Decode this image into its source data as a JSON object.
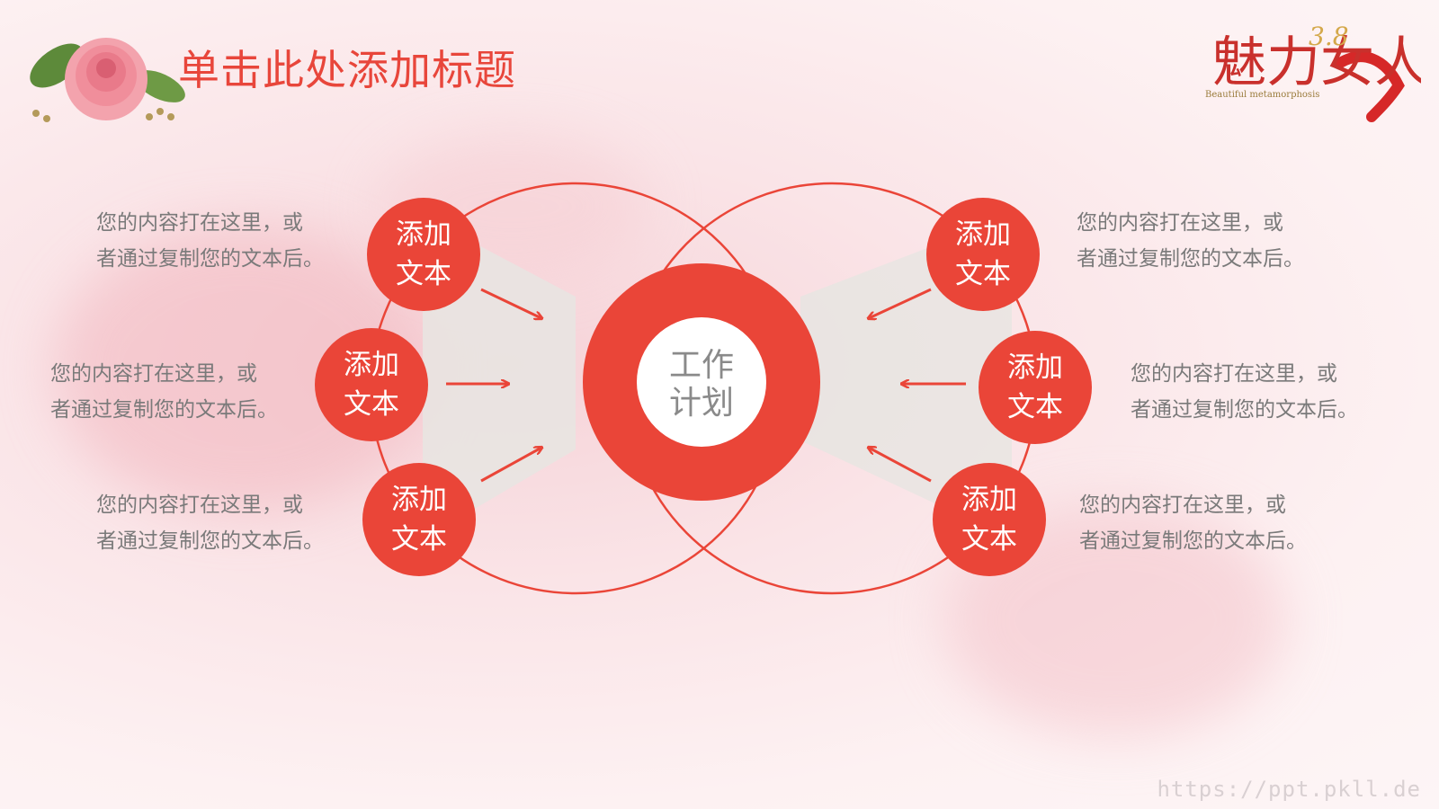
{
  "title": "单击此处添加标题",
  "center": {
    "line1": "工作",
    "line2": "计划"
  },
  "nodes": [
    {
      "line1": "添加",
      "line2": "文本"
    },
    {
      "line1": "添加",
      "line2": "文本"
    },
    {
      "line1": "添加",
      "line2": "文本"
    },
    {
      "line1": "添加",
      "line2": "文本"
    },
    {
      "line1": "添加",
      "line2": "文本"
    },
    {
      "line1": "添加",
      "line2": "文本"
    }
  ],
  "descriptions": [
    {
      "line1": "您的内容打在这里，或",
      "line2": "者通过复制您的文本后。"
    },
    {
      "line1": "您的内容打在这里，或",
      "line2": "者通过复制您的文本后。"
    },
    {
      "line1": "您的内容打在这里，或",
      "line2": "者通过复制您的文本后。"
    },
    {
      "line1": "您的内容打在这里，或",
      "line2": "者通过复制您的文本后。"
    },
    {
      "line1": "您的内容打在这里，或",
      "line2": "者通过复制您的文本后。"
    },
    {
      "line1": "您的内容打在这里，或",
      "line2": "者通过复制您的文本后。"
    }
  ],
  "logo": {
    "main": "魅力女人节",
    "number": "3.8",
    "tagline": "Beautiful metamorphosis"
  },
  "watermark": "https://ppt.pkll.de",
  "colors": {
    "accent": "#ea4538",
    "title": "#e8463b",
    "text": "#7a7a7a",
    "wedge": "#e7e5e2"
  },
  "icons": [
    "rose-icon",
    "arrow-icon"
  ]
}
